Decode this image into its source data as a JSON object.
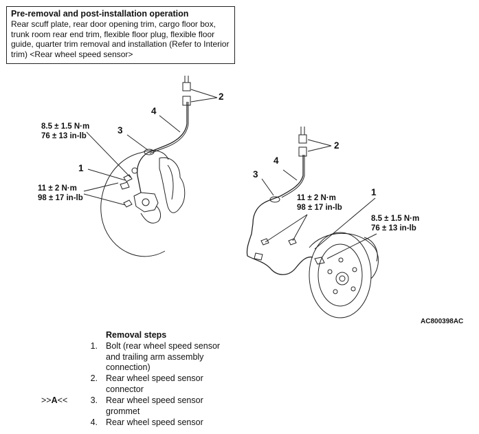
{
  "note": {
    "title": "Pre-removal and post-installation operation",
    "body": "Rear scuff plate, rear door opening trim, cargo floor box, trunk room rear end trim, flexible floor plug, flexible floor guide, quarter trim removal and installation (Refer to Interior trim) <Rear wheel speed sensor>"
  },
  "diagram": {
    "left": {
      "torque_bolt": [
        "8.5 ± 1.5 N·m",
        "76 ± 13 in-lb"
      ],
      "torque_lower": [
        "11 ± 2 N·m",
        "98 ± 17 in-lb"
      ],
      "callouts": [
        "1",
        "2",
        "3",
        "4"
      ]
    },
    "right": {
      "torque_mid": [
        "11 ± 2 N·m",
        "98 ± 17 in-lb"
      ],
      "torque_bolt": [
        "8.5 ± 1.5 N·m",
        "76 ± 13 in-lb"
      ],
      "callouts": [
        "1",
        "2",
        "3",
        "4"
      ]
    },
    "figure_code": "AC800398AC"
  },
  "steps": {
    "title": "Removal steps",
    "items": [
      {
        "number": "1.",
        "lines": [
          "Bolt (rear wheel speed sensor",
          "and trailing arm assembly",
          "connection)"
        ],
        "marker": ""
      },
      {
        "number": "2.",
        "lines": [
          "Rear wheel speed sensor",
          "connector"
        ],
        "marker": ""
      },
      {
        "number": "3.",
        "lines": [
          "Rear wheel speed sensor",
          "grommet"
        ],
        "marker_prefix": ">>",
        "marker_letter": "A",
        "marker_suffix": "<<"
      },
      {
        "number": "4.",
        "lines": [
          "Rear wheel speed sensor"
        ],
        "marker": ""
      }
    ]
  }
}
